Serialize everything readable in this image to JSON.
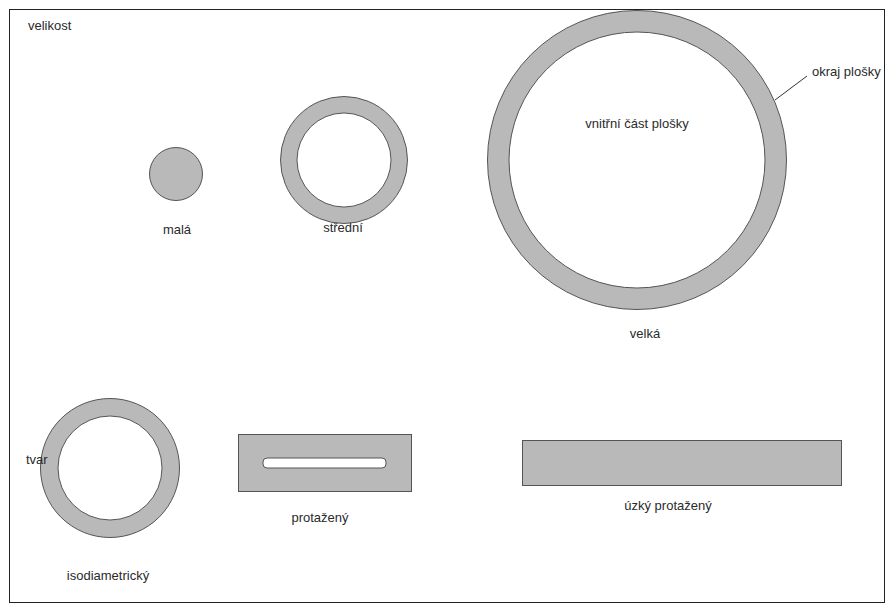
{
  "diagram": {
    "nodes": [
      {
        "text": [
          "malá"
        ]
      },
      {
        "text": [
          "střední"
        ]
      },
      {
        "text": [
          "vnitřní část plošky",
          "velká"
        ]
      },
      {
        "text": [
          "isodiametrický"
        ]
      },
      {
        "text": [
          "protažený"
        ]
      },
      {
        "text": [
          "úzký protažený"
        ]
      }
    ],
    "labels": [
      "velikost",
      "tvar",
      "okraj plošky"
    ]
  }
}
